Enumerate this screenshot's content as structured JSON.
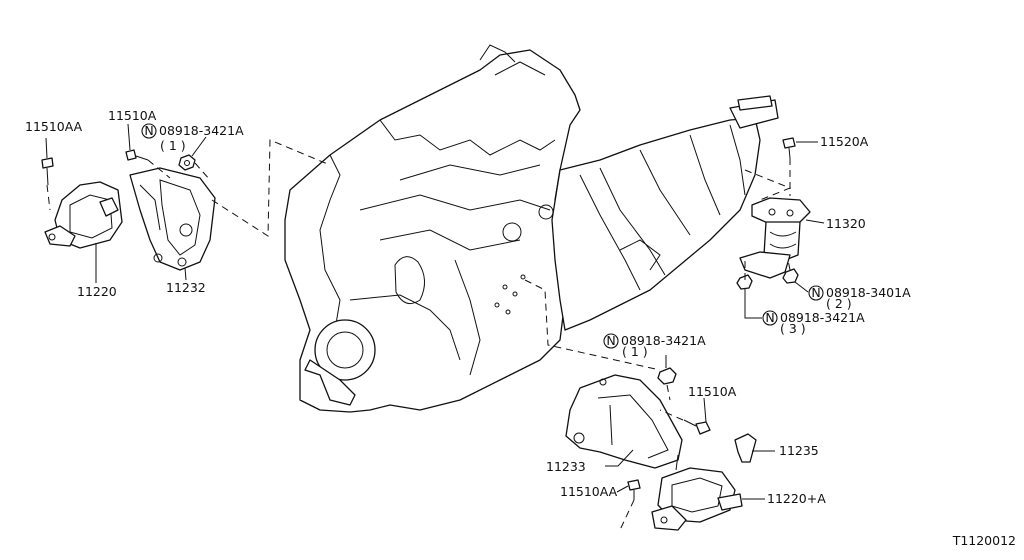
{
  "title_code": "T1120012",
  "labels": {
    "p11510AA_left": "11510AA",
    "p11510A_left": "11510A",
    "p08918_3421A_left": "08918-3421A",
    "q1_left": "( 1 )",
    "p11220": "11220",
    "p11232": "11232",
    "p11520A": "11520A",
    "p11320": "11320",
    "p08918_3401A": "08918-3401A",
    "q2": "( 2 )",
    "p08918_3421A_right": "08918-3421A",
    "q3": "( 3 )",
    "p08918_3421A_bottom": "08918-3421A",
    "q1_bottom": "( 1 )",
    "p11510A_bottom": "11510A",
    "p11233": "11233",
    "p11235": "11235",
    "p11510AA_bottom": "11510AA",
    "p11220A": "11220+A"
  },
  "symbols": {
    "nut_marker": "N"
  }
}
